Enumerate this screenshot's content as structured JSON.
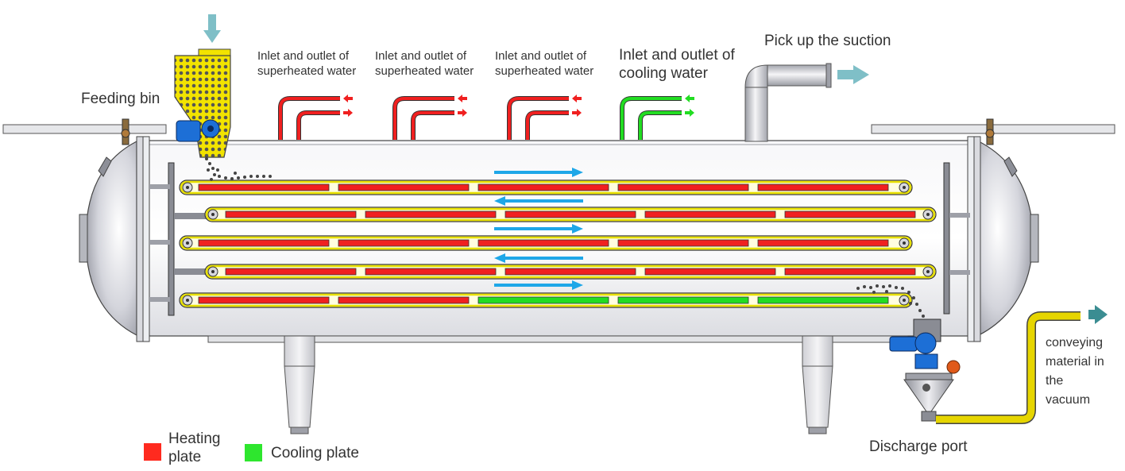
{
  "labels": {
    "feeding_bin": "Feeding bin",
    "superheated_1": "Inlet and outlet of\nsuperheated water",
    "superheated_2": "Inlet and outlet of\nsuperheated water",
    "superheated_3": "Inlet and outlet of\nsuperheated water",
    "cooling_water": "Inlet and outlet of\ncooling water",
    "suction": "Pick up the suction",
    "conveying": "conveying\nmaterial in\nthe\nvacuum",
    "discharge": "Discharge port"
  },
  "legend": [
    {
      "label": "Heating\nplate",
      "color": "#ff2a1f"
    },
    {
      "label": "Cooling plate",
      "color": "#2ee62e"
    }
  ],
  "colors": {
    "heating": "#f02020",
    "cooling": "#22dd22",
    "flow_arrow": "#1ea7e8",
    "belt": "#e8e000",
    "hopper": "#f2e300",
    "pipe_yellow": "#e6d500",
    "inlet_arrow": "#7fbfc7",
    "motor": "#1d6fd6"
  },
  "belts": [
    {
      "direction": "right",
      "plates": [
        "heating",
        "heating",
        "heating",
        "heating",
        "heating"
      ]
    },
    {
      "direction": "left",
      "plates": [
        "heating",
        "heating",
        "heating",
        "heating",
        "heating"
      ]
    },
    {
      "direction": "right",
      "plates": [
        "heating",
        "heating",
        "heating",
        "heating",
        "heating"
      ]
    },
    {
      "direction": "left",
      "plates": [
        "heating",
        "heating",
        "heating",
        "heating",
        "heating"
      ]
    },
    {
      "direction": "right",
      "plates": [
        "heating",
        "heating",
        "cooling",
        "cooling",
        "cooling"
      ]
    }
  ],
  "water_ports": [
    "heating",
    "heating",
    "heating",
    "cooling"
  ]
}
